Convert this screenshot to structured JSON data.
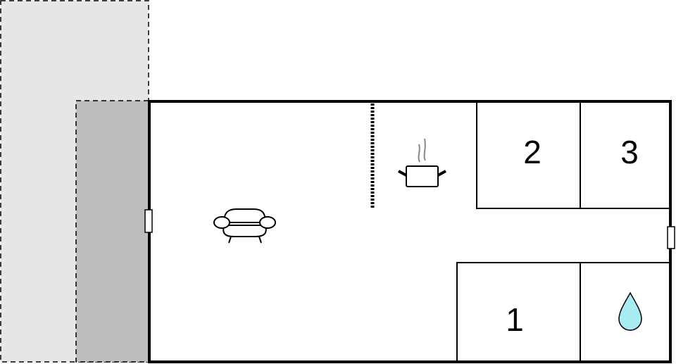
{
  "floorplan": {
    "rooms": [
      {
        "label": "2"
      },
      {
        "label": "3"
      },
      {
        "label": "1"
      }
    ],
    "icons": [
      "sofa-icon",
      "cooking-pot-icon",
      "water-drop-icon"
    ],
    "colors": {
      "terrace_light": "#e6e6e6",
      "terrace_dark": "#bdbdbd",
      "water_drop": "#a8ecf2",
      "wall": "#000000"
    }
  }
}
